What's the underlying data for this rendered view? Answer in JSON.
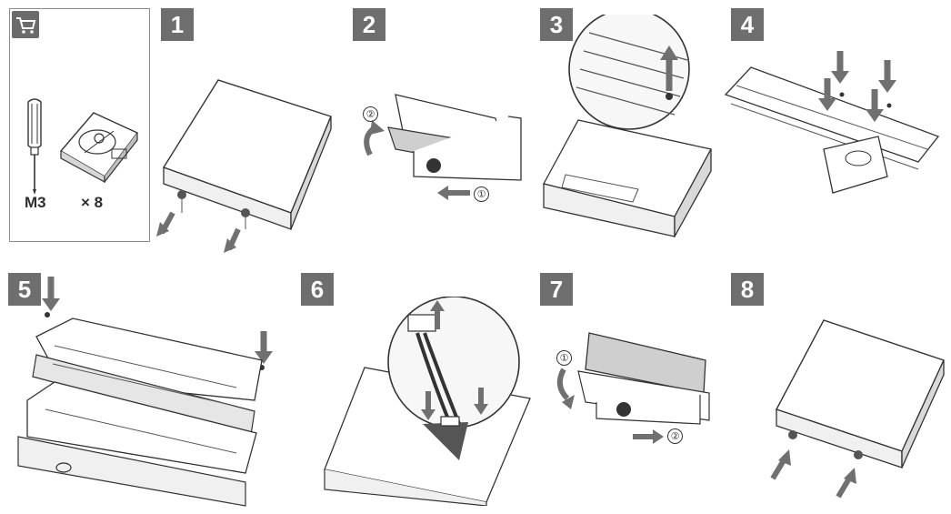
{
  "parts": {
    "screw_label": "M3",
    "quantity_label": "× 8",
    "cart_icon": "shopping-cart-icon",
    "screwdriver_icon": "screwdriver-icon",
    "hard_disk_icon": "hard-disk-icon"
  },
  "steps": [
    {
      "number": "1"
    },
    {
      "number": "2",
      "callout_a": "②",
      "callout_b": "①"
    },
    {
      "number": "3"
    },
    {
      "number": "4"
    },
    {
      "number": "5"
    },
    {
      "number": "6"
    },
    {
      "number": "7",
      "callout_a": "①",
      "callout_b": "②"
    },
    {
      "number": "8"
    }
  ],
  "colors": {
    "badge": "#6e6e6e",
    "arrow": "#707070",
    "line": "#3a3a3a",
    "fill_light": "#f2f2f2",
    "fill_mid": "#bdbdbd"
  }
}
